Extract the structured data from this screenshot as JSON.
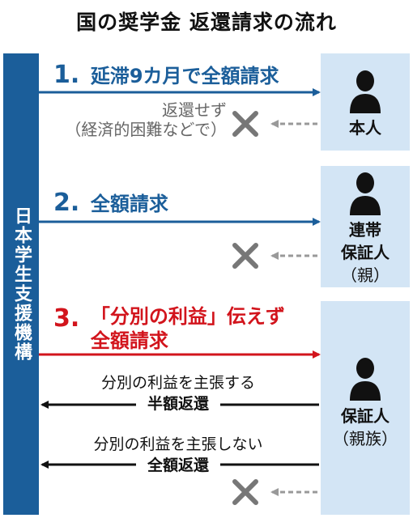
{
  "title": "国の奨学金 返還請求の流れ",
  "organization": "日本学生支援機構",
  "steps": [
    {
      "number": "1.",
      "line1": "延滞9カ月で全額請求",
      "line2": ""
    },
    {
      "number": "2.",
      "line1": "全額請求",
      "line2": ""
    },
    {
      "number": "3.",
      "line1": "「分別の利益」伝えず",
      "line2": "全額請求"
    }
  ],
  "parties": [
    {
      "label": "本人",
      "sub": ""
    },
    {
      "label1": "連帯",
      "label2": "保証人",
      "sub": "（親）"
    },
    {
      "label": "保証人",
      "sub": "（親族）"
    }
  ],
  "responses": {
    "r1_line1": "返還せず",
    "r1_line2": "（経済的困難などで）",
    "g_line1": "分別の利益を主張する",
    "g_line2": "半額返還",
    "g2_line1": "分別の利益を主張しない",
    "g2_line2": "全額返還"
  },
  "colors": {
    "blue": "#1b5e9a",
    "red": "#d2141c",
    "box": "#d3e5f5",
    "black": "#111111",
    "gray": "#999999"
  },
  "icons": [
    "person-icon",
    "cross-icon",
    "dashed-arrow-icon"
  ]
}
